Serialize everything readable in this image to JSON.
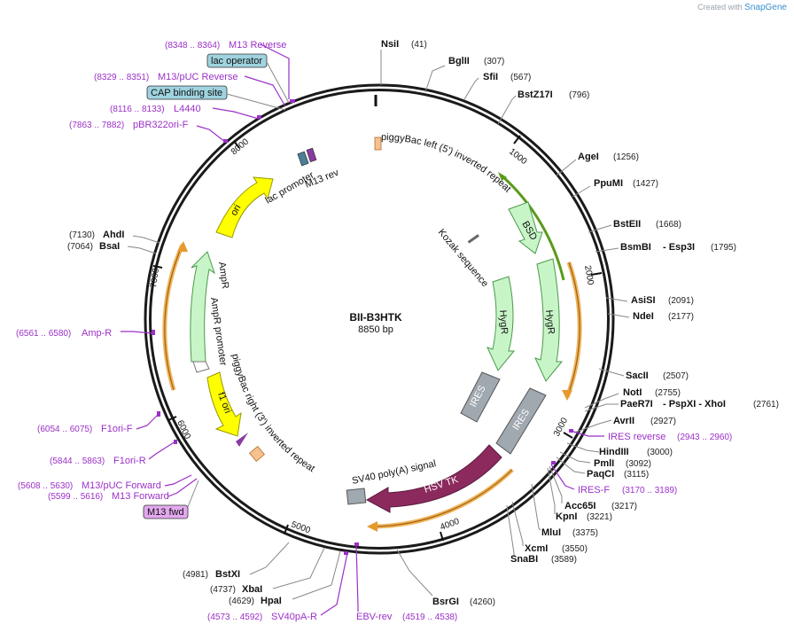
{
  "credit": {
    "prefix": "Created with",
    "brand": "SnapGene"
  },
  "plasmid": {
    "name": "BII-B3HTK",
    "length_label": "8850 bp",
    "length": 8850
  },
  "ticks": [
    "1000",
    "2000",
    "3000",
    "4000",
    "5000",
    "6000",
    "7000",
    "8000"
  ],
  "enzymes": [
    {
      "name": "NsiI",
      "pos": "(41)"
    },
    {
      "name": "BglII",
      "pos": "(307)"
    },
    {
      "name": "SfiI",
      "pos": "(567)"
    },
    {
      "name": "BstZ17I",
      "pos": "(796)"
    },
    {
      "name": "AgeI",
      "pos": "(1256)"
    },
    {
      "name": "PpuMI",
      "pos": "(1427)"
    },
    {
      "name": "BstEII",
      "pos": "(1668)"
    },
    {
      "name": "BsmBI",
      "suffix": "- Esp3I",
      "pos": "(1795)"
    },
    {
      "name": "AsiSI",
      "pos": "(2091)"
    },
    {
      "name": "NdeI",
      "pos": "(2177)"
    },
    {
      "name": "SacII",
      "pos": "(2507)"
    },
    {
      "name": "NotI",
      "pos": "(2755)"
    },
    {
      "name": "PaeR7I",
      "suffix": "- PspXI  - XhoI",
      "pos": "(2761)"
    },
    {
      "name": "AvrII",
      "pos": "(2927)"
    },
    {
      "name": "HindIII",
      "pos": "(3000)"
    },
    {
      "name": "PmlI",
      "pos": "(3092)"
    },
    {
      "name": "PaqCI",
      "pos": "(3115)"
    },
    {
      "name": "Acc65I",
      "pos": "(3217)"
    },
    {
      "name": "KpnI",
      "pos": "(3221)"
    },
    {
      "name": "MluI",
      "pos": "(3375)"
    },
    {
      "name": "XcmI",
      "pos": "(3550)"
    },
    {
      "name": "SnaBI",
      "pos": "(3589)"
    },
    {
      "name": "BsrGI",
      "pos": "(4260)"
    },
    {
      "name": "BstXI",
      "pos": "(4981)"
    },
    {
      "name": "XbaI",
      "pos": "(4737)"
    },
    {
      "name": "HpaI",
      "pos": "(4629)"
    },
    {
      "name": "AhdI",
      "pos": "(7130)"
    },
    {
      "name": "BsaI",
      "pos": "(7064)"
    }
  ],
  "primers": [
    {
      "name": "M13 Reverse",
      "pos": "(8348 .. 8364)"
    },
    {
      "name": "M13/pUC Reverse",
      "pos": "(8329 .. 8351)"
    },
    {
      "name": "L4440",
      "pos": "(8116 .. 8133)"
    },
    {
      "name": "pBR322ori-F",
      "pos": "(7863 .. 7882)"
    },
    {
      "name": "Amp-R",
      "pos": "(6561 .. 6580)"
    },
    {
      "name": "F1ori-F",
      "pos": "(6054 .. 6075)"
    },
    {
      "name": "F1ori-R",
      "pos": "(5844 .. 5863)"
    },
    {
      "name": "M13/pUC Forward",
      "pos": "(5608 .. 5630)"
    },
    {
      "name": "M13 Forward",
      "pos": "(5599 .. 5616)"
    },
    {
      "name": "IRES reverse",
      "pos": "(2943 .. 2960)"
    },
    {
      "name": "IRES-F",
      "pos": "(3170 .. 3189)"
    },
    {
      "name": "SV40pA-R",
      "pos": "(4573 .. 4592)"
    },
    {
      "name": "EBV-rev",
      "pos": "(4519 .. 4538)"
    }
  ],
  "boxes": [
    {
      "label": "lac operator"
    },
    {
      "label": "CAP binding site"
    },
    {
      "label": "M13 fwd"
    }
  ],
  "features": [
    {
      "label": "lac promoter"
    },
    {
      "label": "M13 rev"
    },
    {
      "label": "piggyBac left (5') inverted repeat"
    },
    {
      "label": "BSD"
    },
    {
      "label": "Kozak sequence"
    },
    {
      "label": "HygR"
    },
    {
      "label": "HygR"
    },
    {
      "label": "IRES"
    },
    {
      "label": "IRES"
    },
    {
      "label": "SV40 poly(A) signal"
    },
    {
      "label": "HSV TK"
    },
    {
      "label": "ori"
    },
    {
      "label": "AmpR"
    },
    {
      "label": "AmpR promoter"
    },
    {
      "label": "f1 ori"
    },
    {
      "label": "piggyBac right (3') inverted repeat"
    }
  ],
  "colors": {
    "backbone": "#1a1a1a",
    "primer": "#9b30c8",
    "orange": "#e69a2e",
    "green": "#5a9a1a",
    "yellow": "#ffff00",
    "light_green": "#c8f5c8",
    "grey": "#a0a8b0",
    "hsv": "#8c2a5e",
    "box_blue": "#9fd3df",
    "box_purple": "#e3a8ef"
  }
}
